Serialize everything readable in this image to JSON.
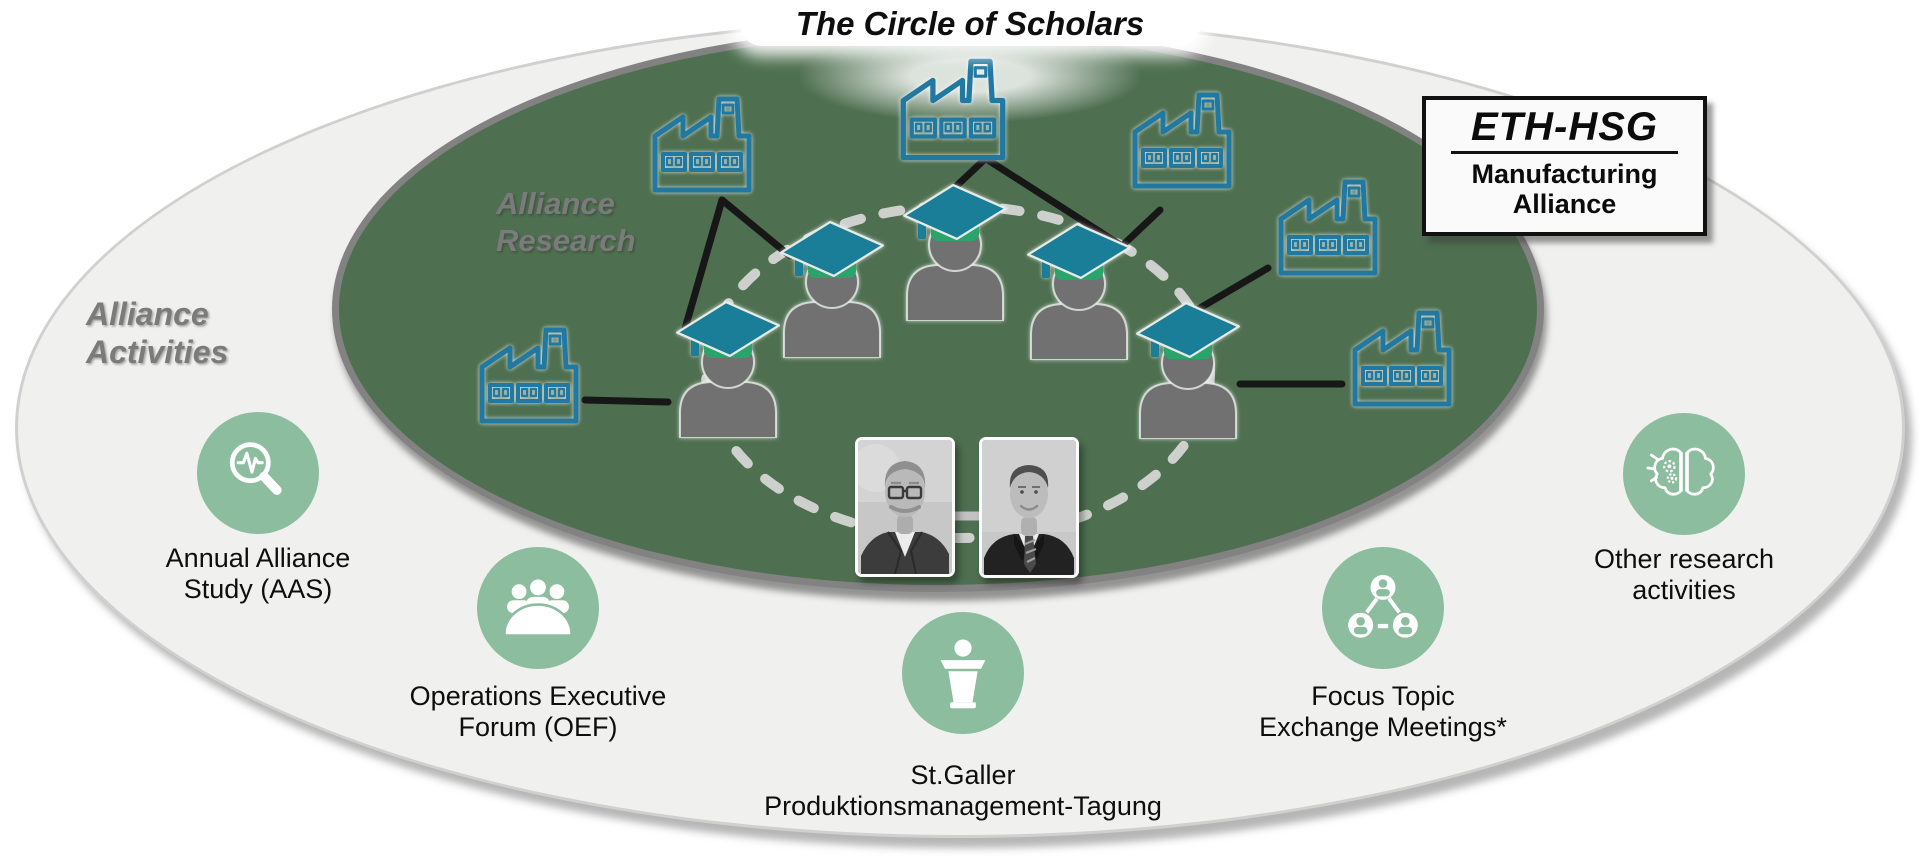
{
  "title": "The Circle of Scholars",
  "badge": {
    "title": "ETH-HSG",
    "subtitle": "Manufacturing Alliance"
  },
  "regions": {
    "inner": {
      "line1": "Alliance",
      "line2": "Research"
    },
    "outer": {
      "line1": "Alliance",
      "line2": "Activities"
    }
  },
  "activities": [
    {
      "name": "annual-alliance-study",
      "icon": "magnifier-pulse-icon",
      "line1": "Annual Alliance",
      "line2": "Study (AAS)"
    },
    {
      "name": "operations-executive-forum",
      "icon": "meeting-people-icon",
      "line1": "Operations Executive",
      "line2": "Forum (OEF)"
    },
    {
      "name": "stgaller-tagung",
      "icon": "podium-speaker-icon",
      "line1": "St.Galler",
      "line2": "Produktionsmanagement-Tagung"
    },
    {
      "name": "focus-topic-exchange",
      "icon": "network-people-icon",
      "line1": "Focus Topic",
      "line2": "Exchange Meetings*"
    },
    {
      "name": "other-research",
      "icon": "brain-gears-icon",
      "line1": "Other research",
      "line2": "activities"
    }
  ],
  "figures": {
    "scholar_icon": "graduate-scholar-icon",
    "factory_icon": "factory-icon",
    "portrait_icon": "portrait-photo",
    "scholars": 5,
    "factories": 6,
    "portraits": 2
  },
  "colors": {
    "page_bg": "#ffffff",
    "outer_ellipse": "#f0f1ef",
    "outer_rim": "#cfd0cf",
    "inner_ellipse": "#4e6f50",
    "inner_rim": "#828282",
    "accent_circle": "#8dbd9f",
    "factory": "#2178a0",
    "cap_top": "#1a7e98",
    "cap_band": "#2aa46b",
    "person": "#717171",
    "dash": "#cdd0cd",
    "connector": "#171717",
    "text_dark": "#0e0e0e",
    "text_gray": "#7b7b7b"
  }
}
